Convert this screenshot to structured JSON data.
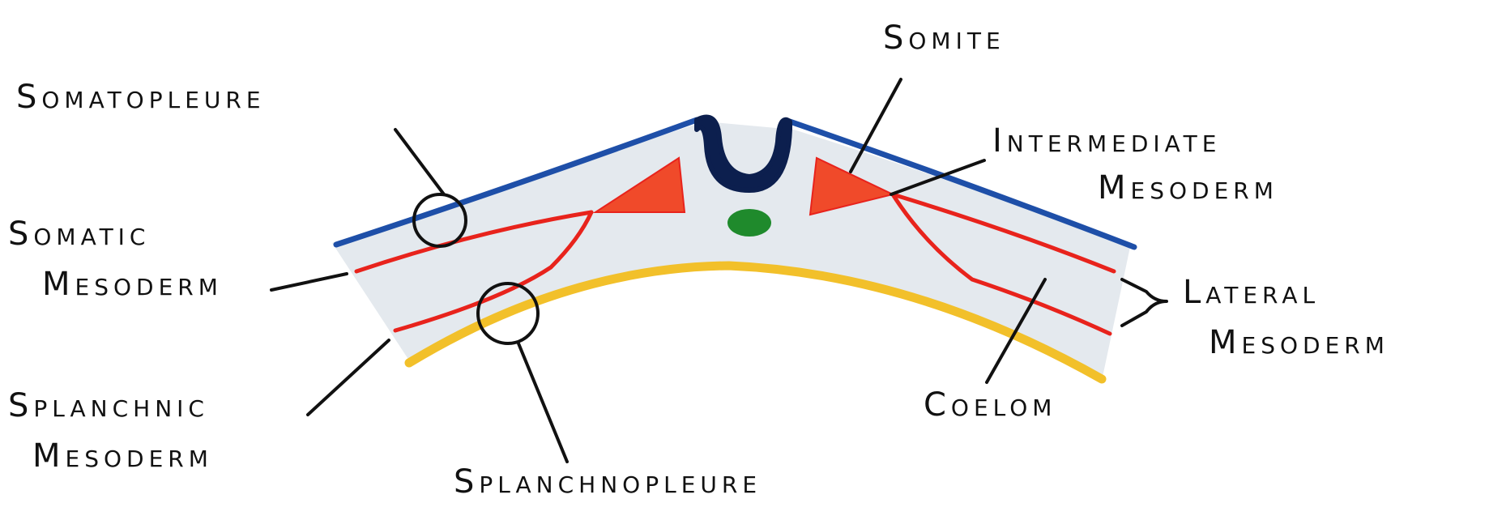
{
  "labels": {
    "somatopleure": "Somatopleure",
    "somite": "Somite",
    "intermediate_mesoderm_line1": "Intermediate",
    "intermediate_mesoderm_line2": "Mesoderm",
    "somatic_mesoderm_line1": "Somatic",
    "somatic_mesoderm_line2": "Mesoderm",
    "lateral_mesoderm_line1": "Lateral",
    "lateral_mesoderm_line2": "Mesoderm",
    "splanchnic_mesoderm_line1": "Splanchnic",
    "splanchnic_mesoderm_line2": "Mesoderm",
    "coelom": "Coelom",
    "splanchnopleure": "Splanchnopleure"
  },
  "colors": {
    "ectoderm": "#1e4fa8",
    "neural_groove": "#0c1f4e",
    "mesoderm": "#e8231c",
    "somite": "#f04a2a",
    "notochord": "#1f8a2c",
    "endoderm": "#f2c02a",
    "tissue_fill": "#e4e9ee",
    "pointer": "#111111"
  }
}
